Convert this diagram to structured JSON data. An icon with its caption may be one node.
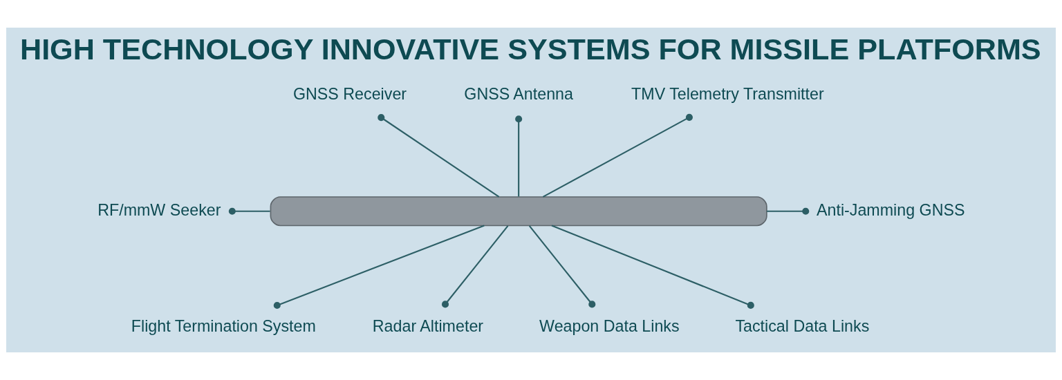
{
  "diagram": {
    "title": "HIGH TECHNOLOGY INNOVATIVE SYSTEMS FOR MISSILE PLATFORMS",
    "nodes": [
      {
        "text": [
          "GNSS Antenna"
        ]
      },
      {
        "text": [
          "TMV Telemetry Transmitter"
        ]
      },
      {
        "text": [
          "GNSS Receiver"
        ]
      },
      {
        "text": [
          "RF/mmW Seeker"
        ]
      },
      {
        "text": [],
        "shape": "bar"
      },
      {
        "text": [
          "Anti-Jamming GNSS"
        ]
      },
      {
        "text": [
          "Weapon Data Links"
        ]
      },
      {
        "text": [
          "Flight Termination System"
        ]
      },
      {
        "text": [
          "Radar Altimeter"
        ]
      },
      {
        "text": [
          "Tactical Data Links"
        ]
      }
    ],
    "edges": [
      {
        "from": 0,
        "to": 4,
        "arrow": "other"
      },
      {
        "from": 1,
        "to": 4,
        "arrow": "other"
      },
      {
        "from": 2,
        "to": 4,
        "arrow": "other"
      },
      {
        "from": 3,
        "to": 4,
        "arrow": "other"
      },
      {
        "from": 4,
        "to": 5,
        "arrow": "other"
      },
      {
        "from": 4,
        "to": 6,
        "arrow": "other"
      },
      {
        "from": 4,
        "to": 7,
        "arrow": "other"
      },
      {
        "from": 4,
        "to": 8,
        "arrow": "other"
      },
      {
        "from": 4,
        "to": 9,
        "arrow": "other"
      }
    ]
  }
}
